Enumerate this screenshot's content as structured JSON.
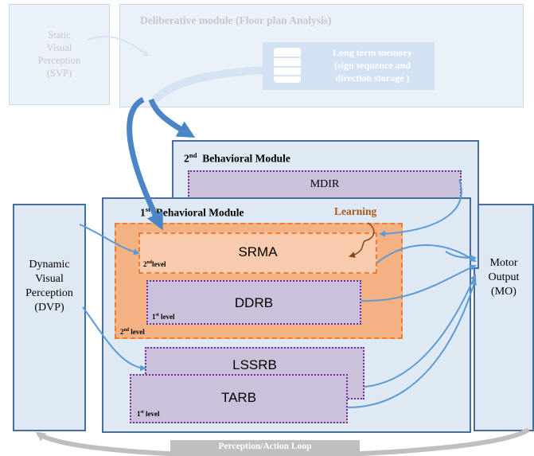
{
  "svp": {
    "label": "Static\nVisual\nPerception\n(SVP)"
  },
  "deliberative": {
    "title": "Deliberative module (Floor plan Analysis)",
    "memory": "Long term memory\n(sign sequence and\ndirection storage )"
  },
  "bm2": {
    "num": "2",
    "sup": "nd",
    "title": "Behavioral Module",
    "mdir": "MDIR"
  },
  "bm1": {
    "num": "1",
    "sup": "st",
    "title": "Behavioral Module",
    "learning": "Learning"
  },
  "srma": {
    "label": "SRMA",
    "level_num": "2",
    "level_sup": "nd",
    "level_word": "level"
  },
  "ddrb": {
    "label": "DDRB",
    "level_num": "1",
    "level_sup": "st",
    "level_word": "level"
  },
  "orange_level": {
    "num": "2",
    "sup": "nd",
    "word": "level"
  },
  "lssrb": {
    "label": "LSSRB"
  },
  "tarb": {
    "label": "TARB",
    "level_num": "1",
    "level_sup": "st",
    "level_word": "level"
  },
  "dvp": {
    "label": "Dynamic\nVisual\nPerception\n(DVP)"
  },
  "mo": {
    "label": "Motor\nOutput\n(MO)"
  },
  "loop": {
    "label": "Perception/Action Loop"
  },
  "colors": {
    "module_border": "#456e9a",
    "module_fill": "#dfe9f4",
    "orange": "#ed7d31",
    "purple_fill": "#ccc1da",
    "purple_border": "#7030a0",
    "arrow_blue": "#5b9bd5",
    "learning": "#a65a1a",
    "faded": "#c8c8c8"
  }
}
